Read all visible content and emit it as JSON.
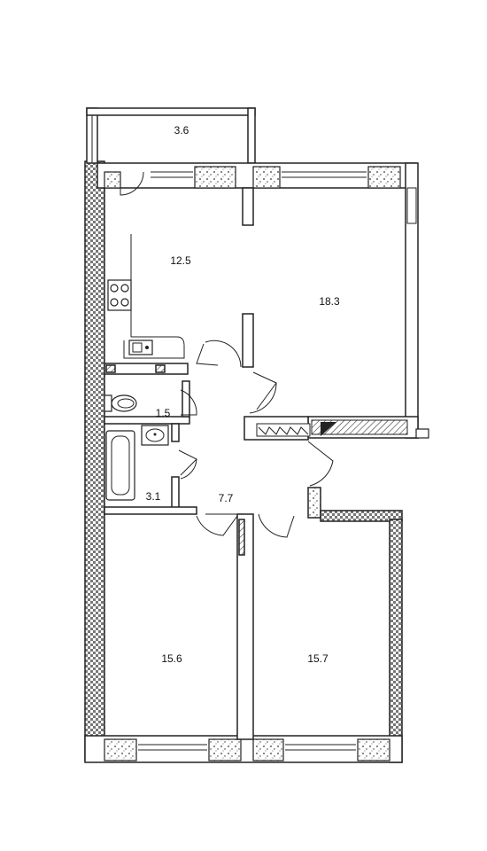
{
  "floor_plan": {
    "rooms": [
      {
        "id": "balcony",
        "area": "3.6"
      },
      {
        "id": "kitchen",
        "area": "12.5"
      },
      {
        "id": "living_room",
        "area": "18.3"
      },
      {
        "id": "toilet",
        "area": "1.5"
      },
      {
        "id": "bathroom",
        "area": "3.1"
      },
      {
        "id": "hallway",
        "area": "7.7"
      },
      {
        "id": "bedroom_left",
        "area": "15.6"
      },
      {
        "id": "bedroom_right",
        "area": "15.7"
      }
    ],
    "fixtures": [
      "stove-icon",
      "sink-icon",
      "toilet-icon",
      "bathtub-icon",
      "washbasin-icon"
    ],
    "colors": {
      "wall": "#222222",
      "hatch": "#555555",
      "background": "#ffffff"
    }
  }
}
